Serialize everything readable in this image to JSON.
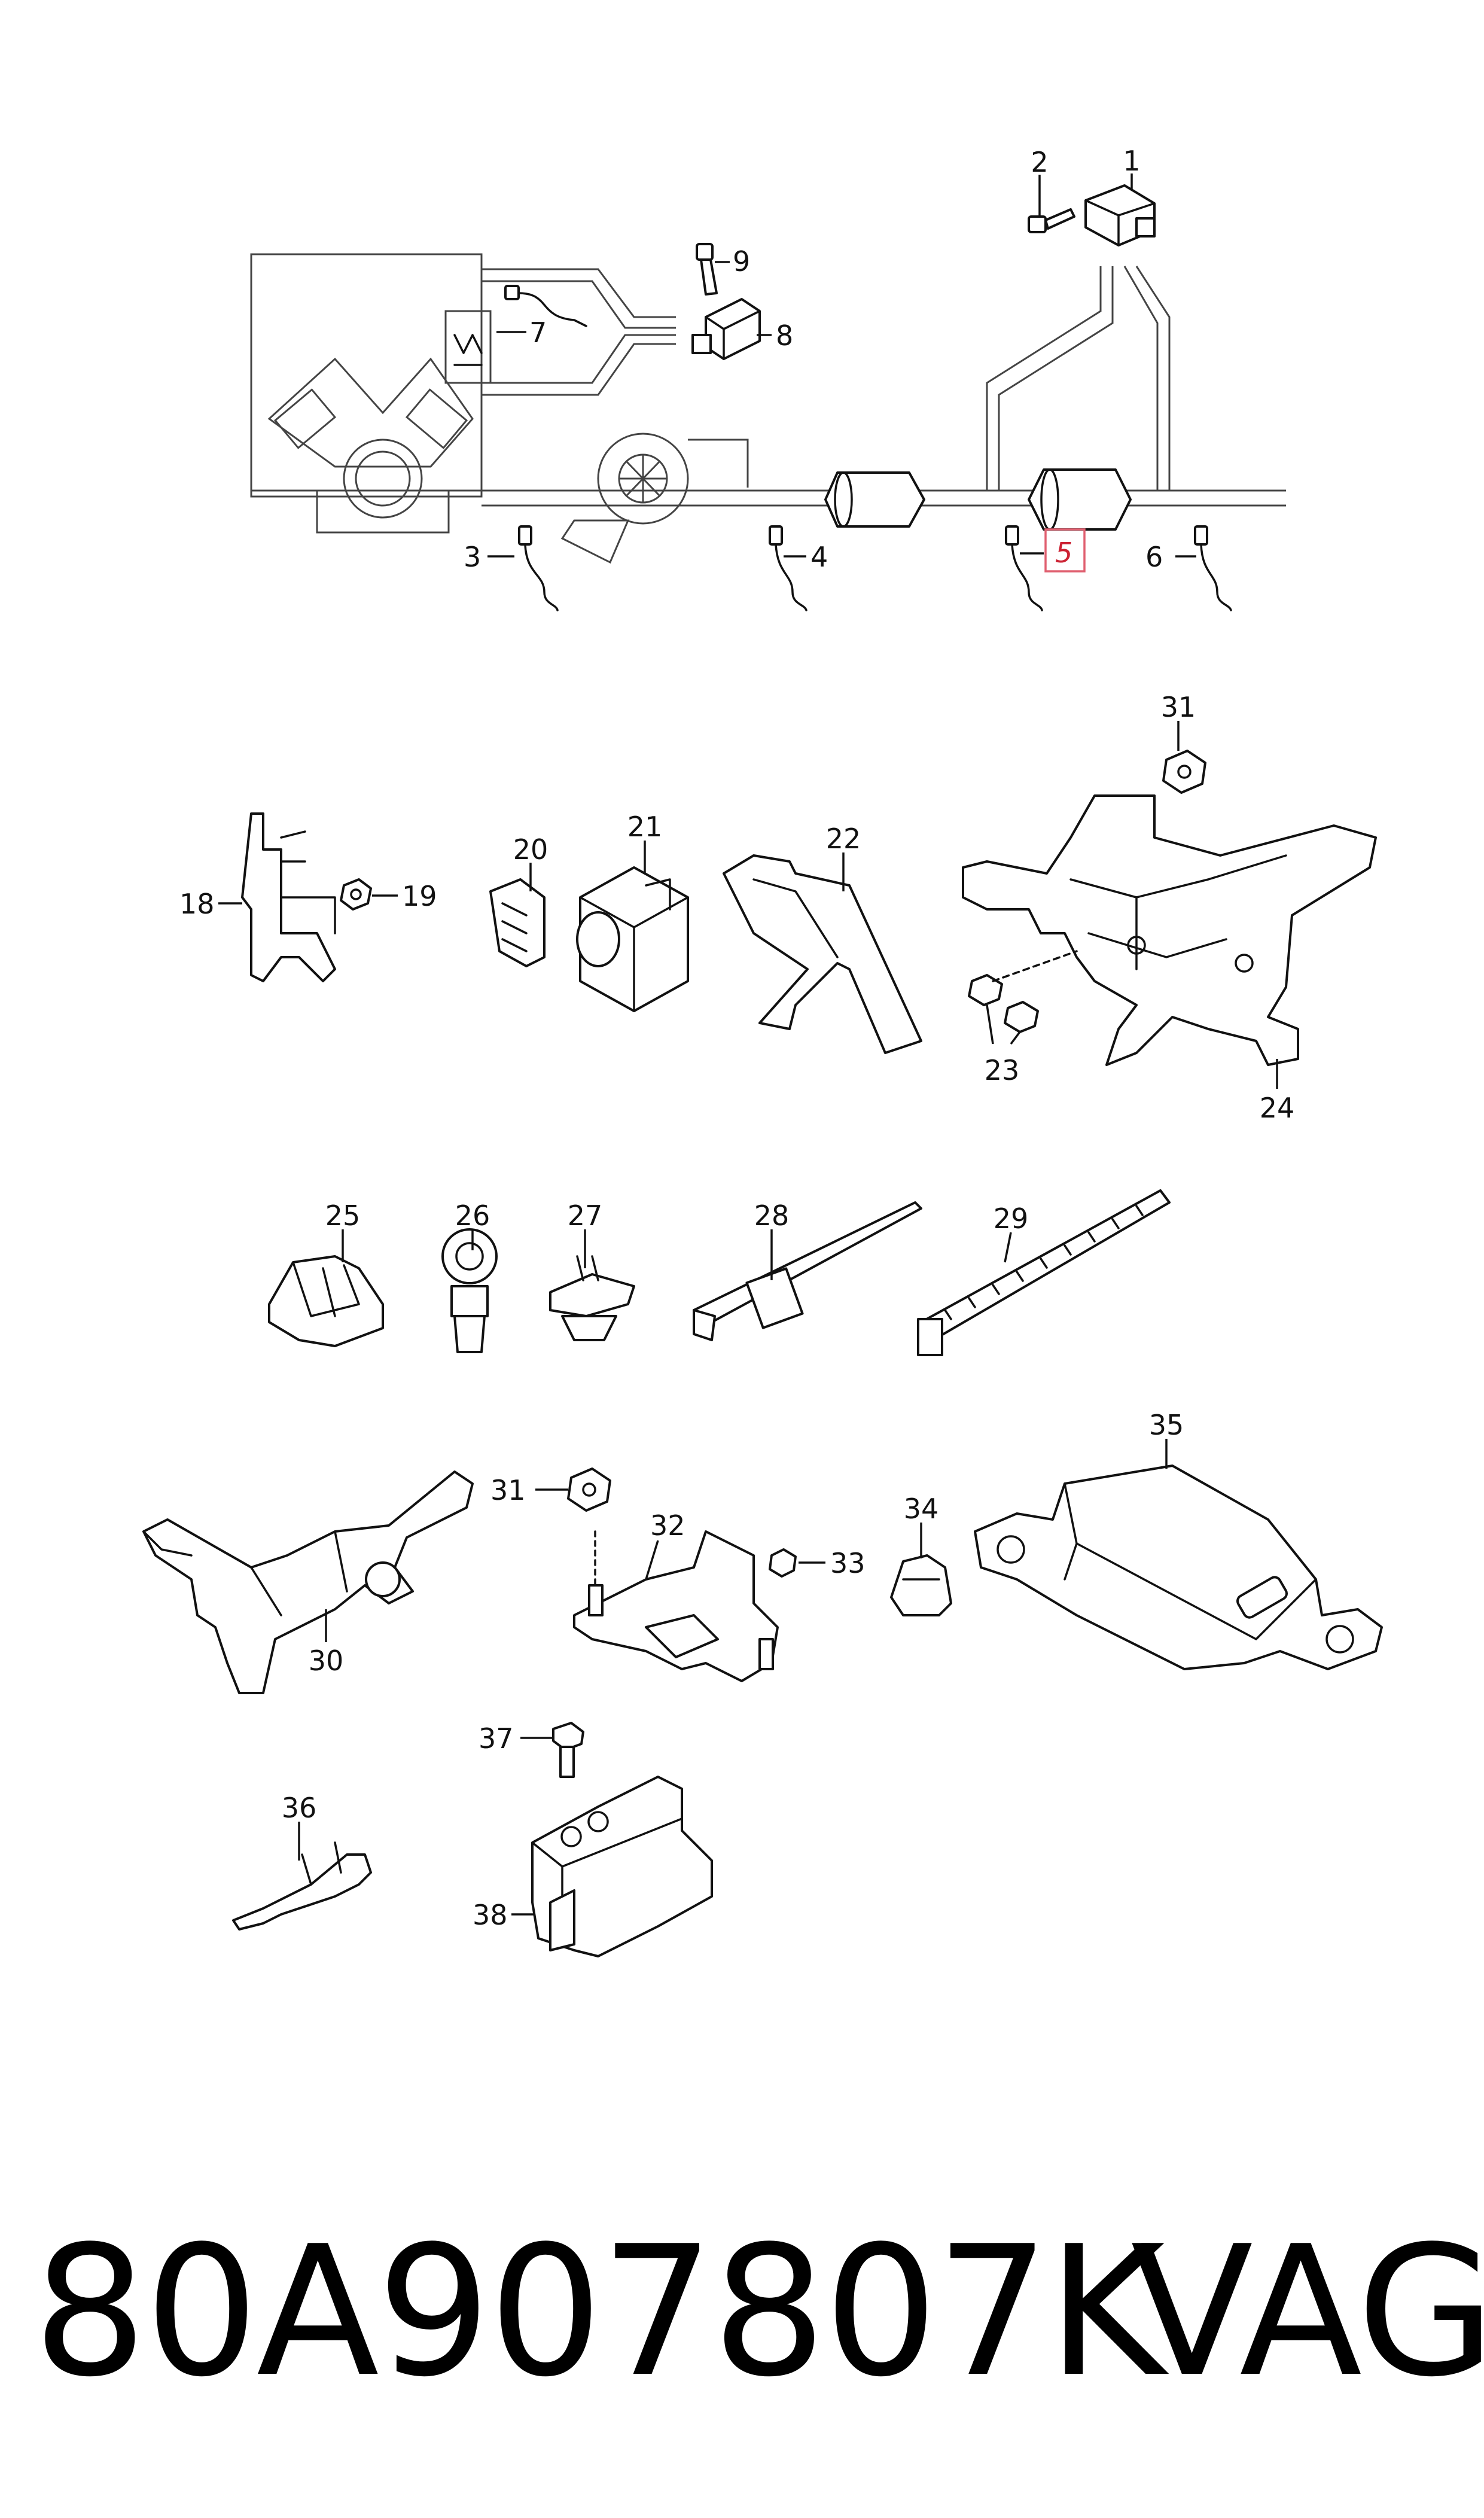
{
  "diagram": {
    "callouts": {
      "c1": "1",
      "c2": "2",
      "c3": "3",
      "c4": "4",
      "c5": "5",
      "c6": "6",
      "c7": "7",
      "c8": "8",
      "c9": "9",
      "c18": "18",
      "c19": "19",
      "c20": "20",
      "c21": "21",
      "c22": "22",
      "c23": "23",
      "c24": "24",
      "c25": "25",
      "c26": "26",
      "c27": "27",
      "c28": "28",
      "c29": "29",
      "c30": "30",
      "c31a": "31",
      "c31b": "31",
      "c32": "32",
      "c33": "33",
      "c34": "34",
      "c35": "35",
      "c36": "36",
      "c37": "37",
      "c38": "38"
    },
    "highlighted_callout": "5",
    "highlight_color": "#e06070"
  },
  "footer": {
    "part_number": "80A907807K",
    "brand": "VAG"
  }
}
